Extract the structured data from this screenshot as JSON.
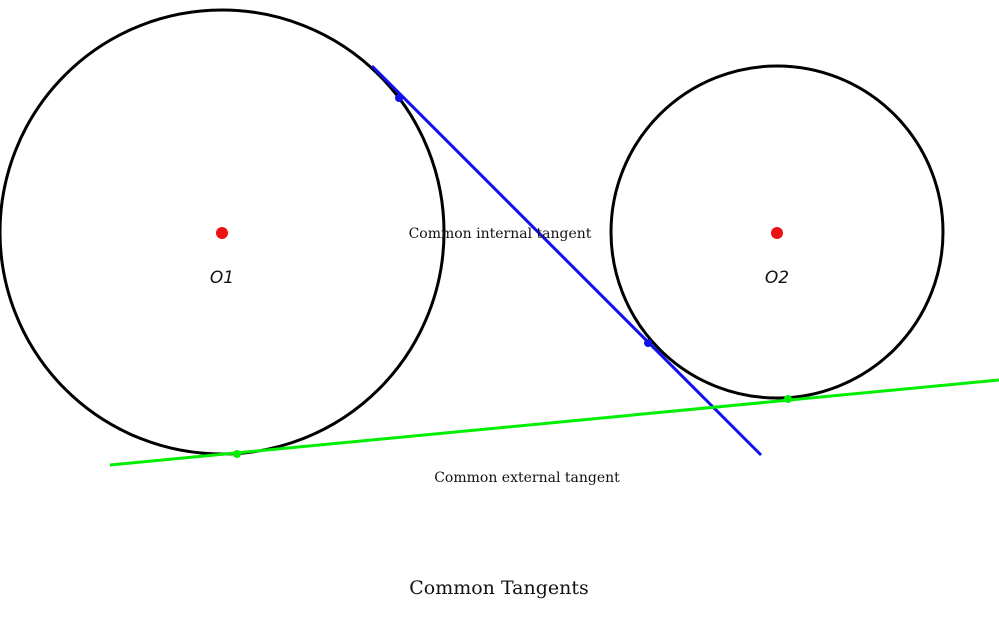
{
  "diagram": {
    "title": "Common Tangents",
    "circles": [
      {
        "center_label": "O1"
      },
      {
        "center_label": "O2"
      }
    ],
    "internal_tangent": {
      "label": "Common internal tangent"
    },
    "external_tangent": {
      "label": "Common external tangent"
    },
    "colors": {
      "circle": "#000000",
      "center_point": "#ee1111",
      "internal_tangent": "#1010ee",
      "external_tangent": "#00ee00"
    }
  }
}
